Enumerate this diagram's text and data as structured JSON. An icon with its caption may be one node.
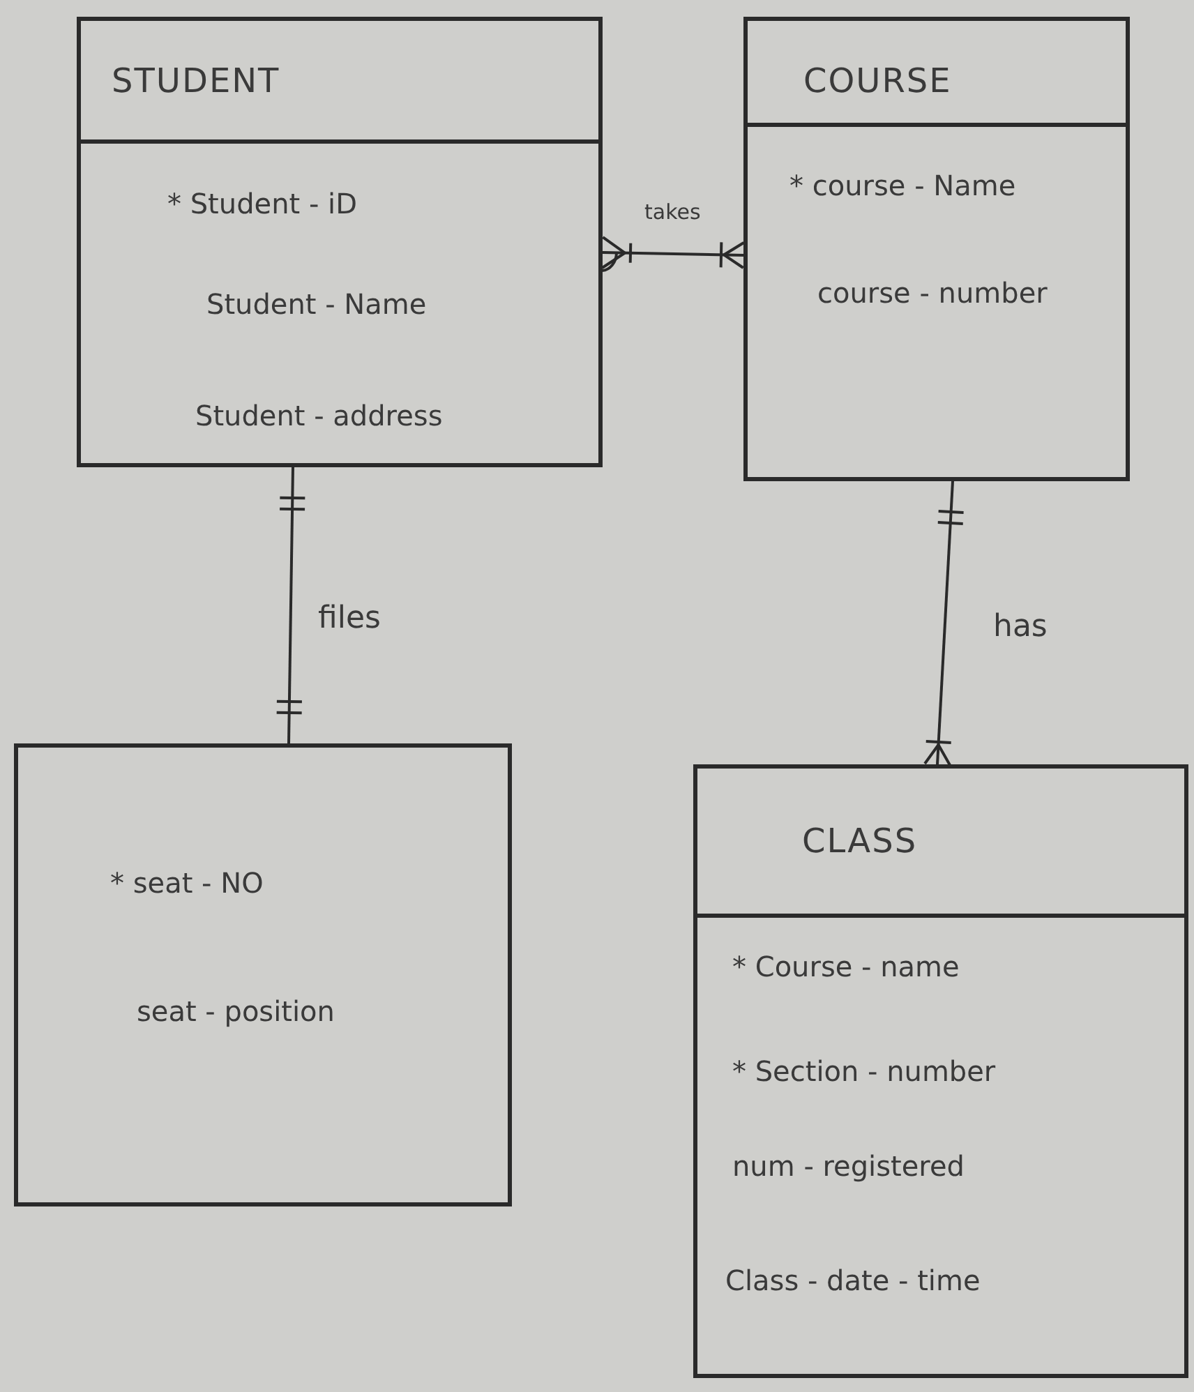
{
  "diagram": {
    "nodes": [
      {
        "text": [
          "STUDENT",
          "* Student - iD",
          "Student - Name",
          "Student - address"
        ]
      },
      {
        "text": [
          "COURSE",
          "* course - Name",
          "course - number"
        ]
      },
      {
        "text": [
          "* seat - NO",
          "seat - position"
        ]
      },
      {
        "text": [
          "CLASS",
          "* Course - name",
          "* Section - number",
          "num - registered",
          "Class - date - time"
        ]
      }
    ],
    "edges": [
      {
        "from": 0,
        "to": 1,
        "arrow": "other",
        "label": "takes"
      },
      {
        "from": 0,
        "to": 2,
        "arrow": "other",
        "label": "files"
      },
      {
        "from": 1,
        "to": 3,
        "arrow": "other",
        "label": "has"
      }
    ]
  }
}
